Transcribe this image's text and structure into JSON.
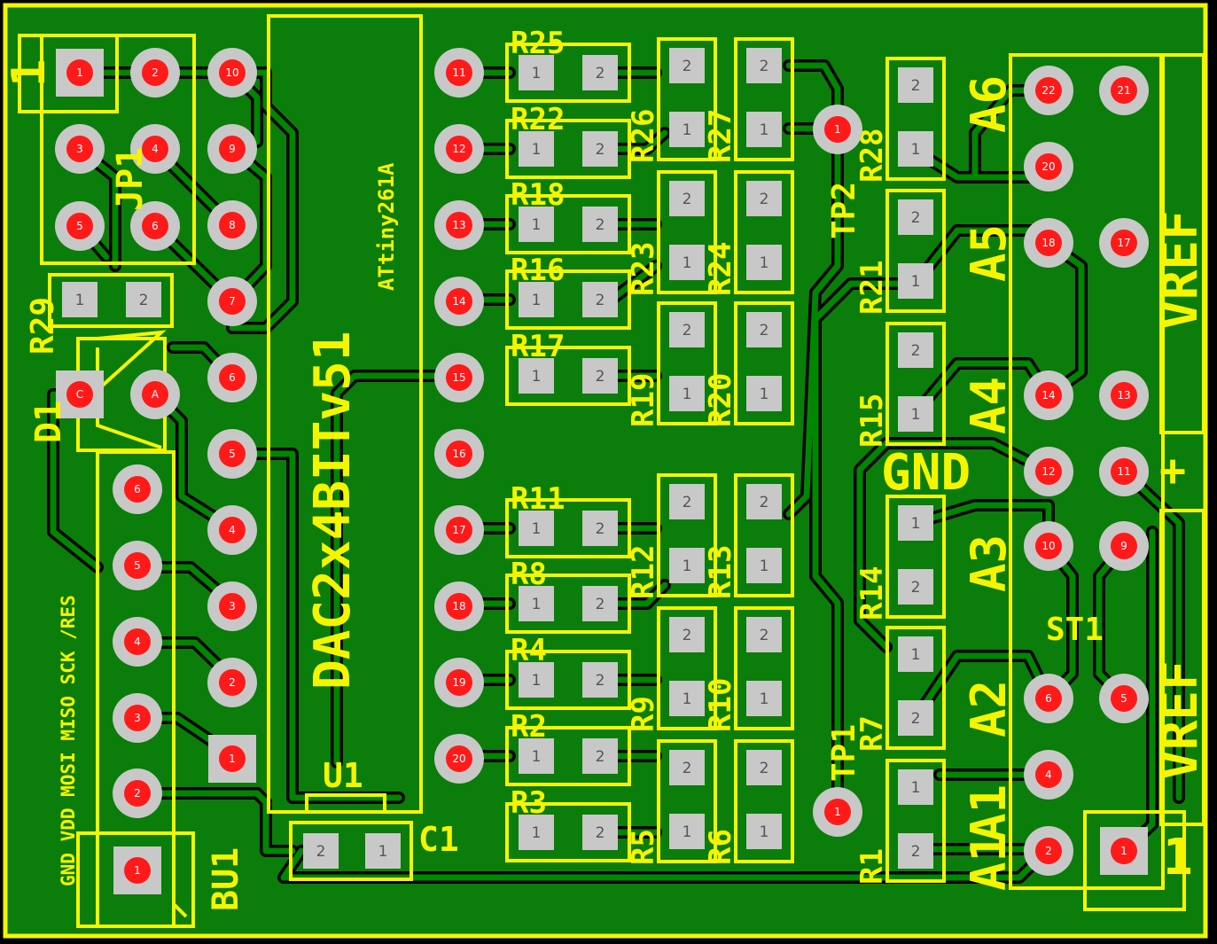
{
  "board": {
    "copper_color": "#0a7d0a",
    "outline_color": "#f5f500",
    "pad_color": "#c8c8c8",
    "drill_color": "#ff1a1a"
  },
  "labels": {
    "jp1": "JP1",
    "jp1_pin1_marker": "1",
    "r29": "R29",
    "d1": "D1",
    "d1_c": "C",
    "d1_a": "A",
    "bu1": "BU1",
    "isp_signals": "GND VDD MOSI MISO SCK /RES",
    "u1": "U1",
    "chip_name": "DAC2x4BITv51",
    "chip_mcu": "ATtiny261A",
    "c1": "C1",
    "tp1": "TP1",
    "tp2": "TP2",
    "st1": "ST1",
    "a1": "A1",
    "a2": "A2",
    "a3": "A3",
    "a4": "A4",
    "a5": "A5",
    "a6": "A6",
    "gnd": "GND",
    "plus": "+",
    "vref_top": "VREF",
    "vref_bottom": "VREF",
    "st1_pin1_marker": "1"
  },
  "resistors": [
    {
      "name": "R25",
      "p1": "1",
      "p2": "2"
    },
    {
      "name": "R22",
      "p1": "1",
      "p2": "2"
    },
    {
      "name": "R18",
      "p1": "1",
      "p2": "2"
    },
    {
      "name": "R16",
      "p1": "1",
      "p2": "2"
    },
    {
      "name": "R17",
      "p1": "1",
      "p2": "2"
    },
    {
      "name": "R11",
      "p1": "1",
      "p2": "2"
    },
    {
      "name": "R8",
      "p1": "1",
      "p2": "2"
    },
    {
      "name": "R4",
      "p1": "1",
      "p2": "2"
    },
    {
      "name": "R2",
      "p1": "1",
      "p2": "2"
    },
    {
      "name": "R3",
      "p1": "1",
      "p2": "2"
    },
    {
      "name": "R26",
      "p1": "1",
      "p2": "2"
    },
    {
      "name": "R27",
      "p1": "1",
      "p2": "2"
    },
    {
      "name": "R23",
      "p1": "1",
      "p2": "2"
    },
    {
      "name": "R24",
      "p1": "1",
      "p2": "2"
    },
    {
      "name": "R19",
      "p1": "1",
      "p2": "2"
    },
    {
      "name": "R20",
      "p1": "1",
      "p2": "2"
    },
    {
      "name": "R12",
      "p1": "1",
      "p2": "2"
    },
    {
      "name": "R13",
      "p1": "1",
      "p2": "2"
    },
    {
      "name": "R9",
      "p1": "1",
      "p2": "2"
    },
    {
      "name": "R10",
      "p1": "1",
      "p2": "2"
    },
    {
      "name": "R5",
      "p1": "1",
      "p2": "2"
    },
    {
      "name": "R6",
      "p1": "1",
      "p2": "2"
    },
    {
      "name": "R28",
      "p1": "1",
      "p2": "2"
    },
    {
      "name": "R21",
      "p1": "1",
      "p2": "2"
    },
    {
      "name": "R15",
      "p1": "1",
      "p2": "2"
    },
    {
      "name": "R14",
      "p1": "1",
      "p2": "2"
    },
    {
      "name": "R7",
      "p1": "1",
      "p2": "2"
    },
    {
      "name": "R1",
      "p1": "1",
      "p2": "2"
    }
  ],
  "jp1_pins": [
    "1",
    "2",
    "3",
    "4",
    "5",
    "6"
  ],
  "u1_left_pins": [
    "10",
    "9",
    "8",
    "7",
    "6",
    "5",
    "4",
    "3",
    "2",
    "1"
  ],
  "u1_right_pins": [
    "11",
    "12",
    "13",
    "14",
    "15",
    "16",
    "17",
    "18",
    "19",
    "20"
  ],
  "bu1_pins": [
    "6",
    "5",
    "4",
    "3",
    "2",
    "1"
  ],
  "st1_pins": [
    "22",
    "21",
    "20",
    "18",
    "17",
    "14",
    "13",
    "12",
    "11",
    "10",
    "9",
    "6",
    "5",
    "4",
    "2",
    "1"
  ],
  "r29_pins": [
    "1",
    "2"
  ],
  "c1_pins": [
    "2",
    "1"
  ],
  "tp1_pin": "1",
  "tp2_pin": "1"
}
